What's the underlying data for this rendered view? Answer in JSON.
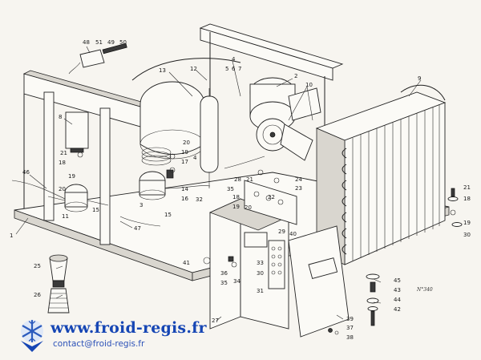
{
  "footer": {
    "website": "www.froid-regis.fr",
    "contact": "contact@froid-regis.fr"
  },
  "figure_note": "N°340",
  "callouts": [
    {
      "id": "c48",
      "text": "48"
    },
    {
      "id": "c51",
      "text": "51"
    },
    {
      "id": "c49",
      "text": "49"
    },
    {
      "id": "c50",
      "text": "50"
    },
    {
      "id": "c13",
      "text": "13"
    },
    {
      "id": "c12",
      "text": "12"
    },
    {
      "id": "c4a",
      "text": "4"
    },
    {
      "id": "c5",
      "text": "5"
    },
    {
      "id": "c6",
      "text": "6"
    },
    {
      "id": "c7",
      "text": "7"
    },
    {
      "id": "c2",
      "text": "2"
    },
    {
      "id": "c9",
      "text": "9"
    },
    {
      "id": "c10",
      "text": "10"
    },
    {
      "id": "c8",
      "text": "8"
    },
    {
      "id": "c21a",
      "text": "21"
    },
    {
      "id": "c18a",
      "text": "18"
    },
    {
      "id": "c19a",
      "text": "19"
    },
    {
      "id": "c46",
      "text": "46"
    },
    {
      "id": "c20a",
      "text": "20"
    },
    {
      "id": "c20b",
      "text": "20"
    },
    {
      "id": "c19b",
      "text": "19"
    },
    {
      "id": "c17",
      "text": "17"
    },
    {
      "id": "c4b",
      "text": "4"
    },
    {
      "id": "c14",
      "text": "14"
    },
    {
      "id": "c16",
      "text": "16"
    },
    {
      "id": "c3",
      "text": "3"
    },
    {
      "id": "c11",
      "text": "11"
    },
    {
      "id": "c15a",
      "text": "15"
    },
    {
      "id": "c15b",
      "text": "15"
    },
    {
      "id": "c47",
      "text": "47"
    },
    {
      "id": "c1",
      "text": "1"
    },
    {
      "id": "c32",
      "text": "32"
    },
    {
      "id": "c35a",
      "text": "35"
    },
    {
      "id": "c28",
      "text": "28"
    },
    {
      "id": "c21b",
      "text": "21"
    },
    {
      "id": "c18b",
      "text": "18"
    },
    {
      "id": "c19c",
      "text": "19"
    },
    {
      "id": "c20c",
      "text": "20"
    },
    {
      "id": "c24",
      "text": "24"
    },
    {
      "id": "c23",
      "text": "23"
    },
    {
      "id": "c22",
      "text": "22"
    },
    {
      "id": "c29",
      "text": "29"
    },
    {
      "id": "c40",
      "text": "40"
    },
    {
      "id": "c41",
      "text": "41"
    },
    {
      "id": "c33",
      "text": "33"
    },
    {
      "id": "c36",
      "text": "36"
    },
    {
      "id": "c34",
      "text": "34"
    },
    {
      "id": "c35b",
      "text": "35"
    },
    {
      "id": "c30a",
      "text": "30"
    },
    {
      "id": "c31",
      "text": "31"
    },
    {
      "id": "c27",
      "text": "27"
    },
    {
      "id": "c25",
      "text": "25"
    },
    {
      "id": "c26",
      "text": "26"
    },
    {
      "id": "c21c",
      "text": "21"
    },
    {
      "id": "c18c",
      "text": "18"
    },
    {
      "id": "c19d",
      "text": "19"
    },
    {
      "id": "c30b",
      "text": "30"
    },
    {
      "id": "c45",
      "text": "45"
    },
    {
      "id": "c43",
      "text": "43"
    },
    {
      "id": "c44",
      "text": "44"
    },
    {
      "id": "c42",
      "text": "42"
    },
    {
      "id": "c39",
      "text": "39"
    },
    {
      "id": "c37",
      "text": "37"
    },
    {
      "id": "c38",
      "text": "38"
    }
  ]
}
